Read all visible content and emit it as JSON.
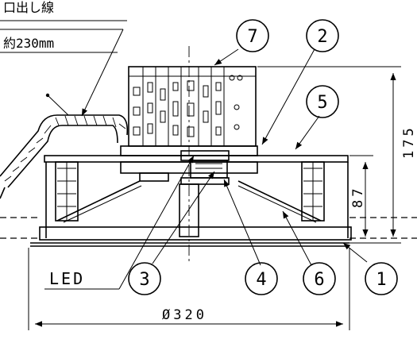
{
  "diagram": {
    "lead_wire_label": "口出し線",
    "lead_wire_length": "約230mm",
    "led_label": "LED",
    "callouts": [
      "1",
      "2",
      "3",
      "4",
      "5",
      "6",
      "7"
    ],
    "dimensions": {
      "height_total": "175",
      "height_lower": "87",
      "diameter": "Ø320"
    }
  }
}
